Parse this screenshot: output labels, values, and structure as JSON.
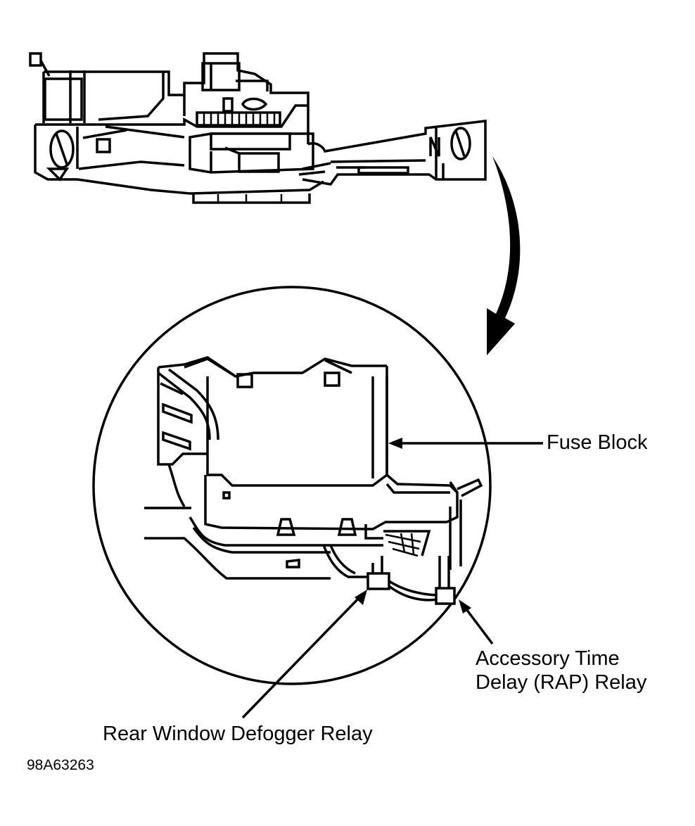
{
  "labels": {
    "fuse_block": "Fuse Block",
    "accessory_relay_line1": "Accessory Time",
    "accessory_relay_line2": "Delay (RAP) Relay",
    "defogger_relay": "Rear Window Defogger Relay"
  },
  "figure_code": "98A63263",
  "colors": {
    "ink": "#000000",
    "paper": "#ffffff"
  }
}
